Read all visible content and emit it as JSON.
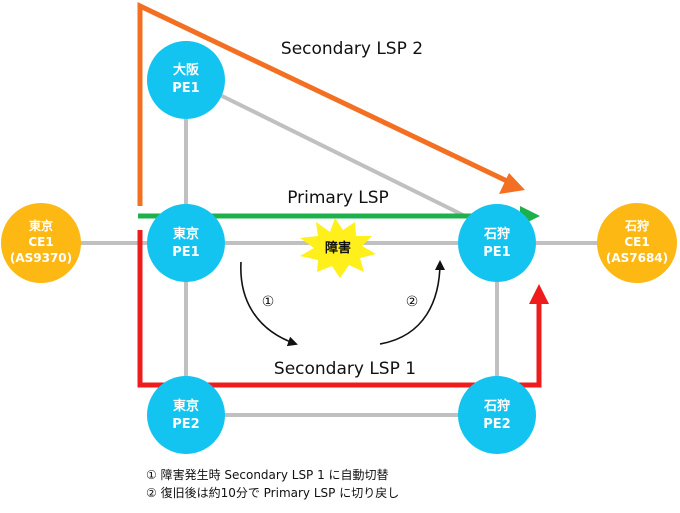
{
  "colors": {
    "link": "#c0c0c0",
    "pe_node": "#12c4ef",
    "ce_node": "#fdb813",
    "primary": "#1db14b",
    "secondary1": "#ee1c1c",
    "secondary2": "#f36f21",
    "failure_fill": "#ffef1a",
    "failure_text": "#e8101a"
  },
  "nodes": {
    "osaka_pe1": {
      "line1": "大阪",
      "line2": "PE1"
    },
    "tokyo_pe1": {
      "line1": "東京",
      "line2": "PE1"
    },
    "tokyo_pe2": {
      "line1": "東京",
      "line2": "PE2"
    },
    "ishikari_pe1": {
      "line1": "石狩",
      "line2": "PE1"
    },
    "ishikari_pe2": {
      "line1": "石狩",
      "line2": "PE2"
    },
    "tokyo_ce1": {
      "line1": "東京",
      "line2": "CE1",
      "line3": "(AS9370)"
    },
    "ishikari_ce1": {
      "line1": "石狩",
      "line2": "CE1",
      "line3": "(AS7684)"
    }
  },
  "lsps": {
    "primary": "Primary LSP",
    "secondary1": "Secondary LSP 1",
    "secondary2": "Secondary LSP 2"
  },
  "failure_label": "障害",
  "steps": {
    "one": "①",
    "two": "②"
  },
  "notes": [
    "① 障害発生時 Secondary LSP 1 に自動切替",
    "② 復旧後は約10分で Primary LSP に切り戻し"
  ]
}
